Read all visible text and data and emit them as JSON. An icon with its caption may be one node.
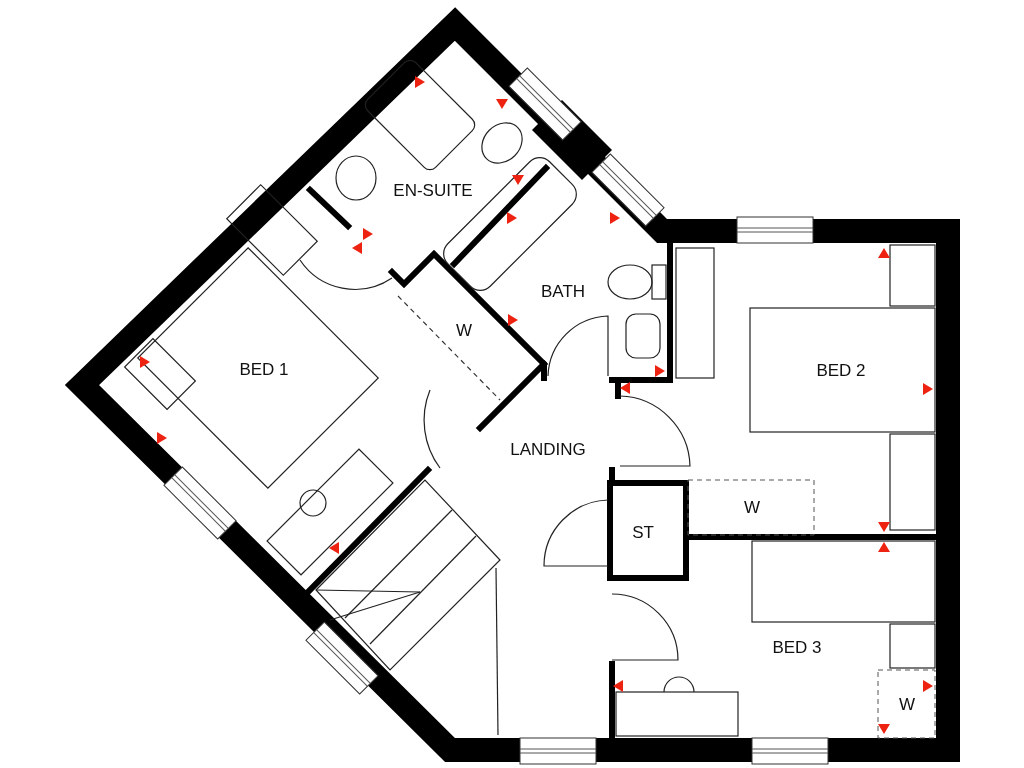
{
  "diagram": {
    "labels": [
      "EN-SUITE",
      "BATH",
      "W",
      "BED 1",
      "BED 2",
      "LANDING",
      "W",
      "ST",
      "BED 3",
      "W"
    ]
  }
}
